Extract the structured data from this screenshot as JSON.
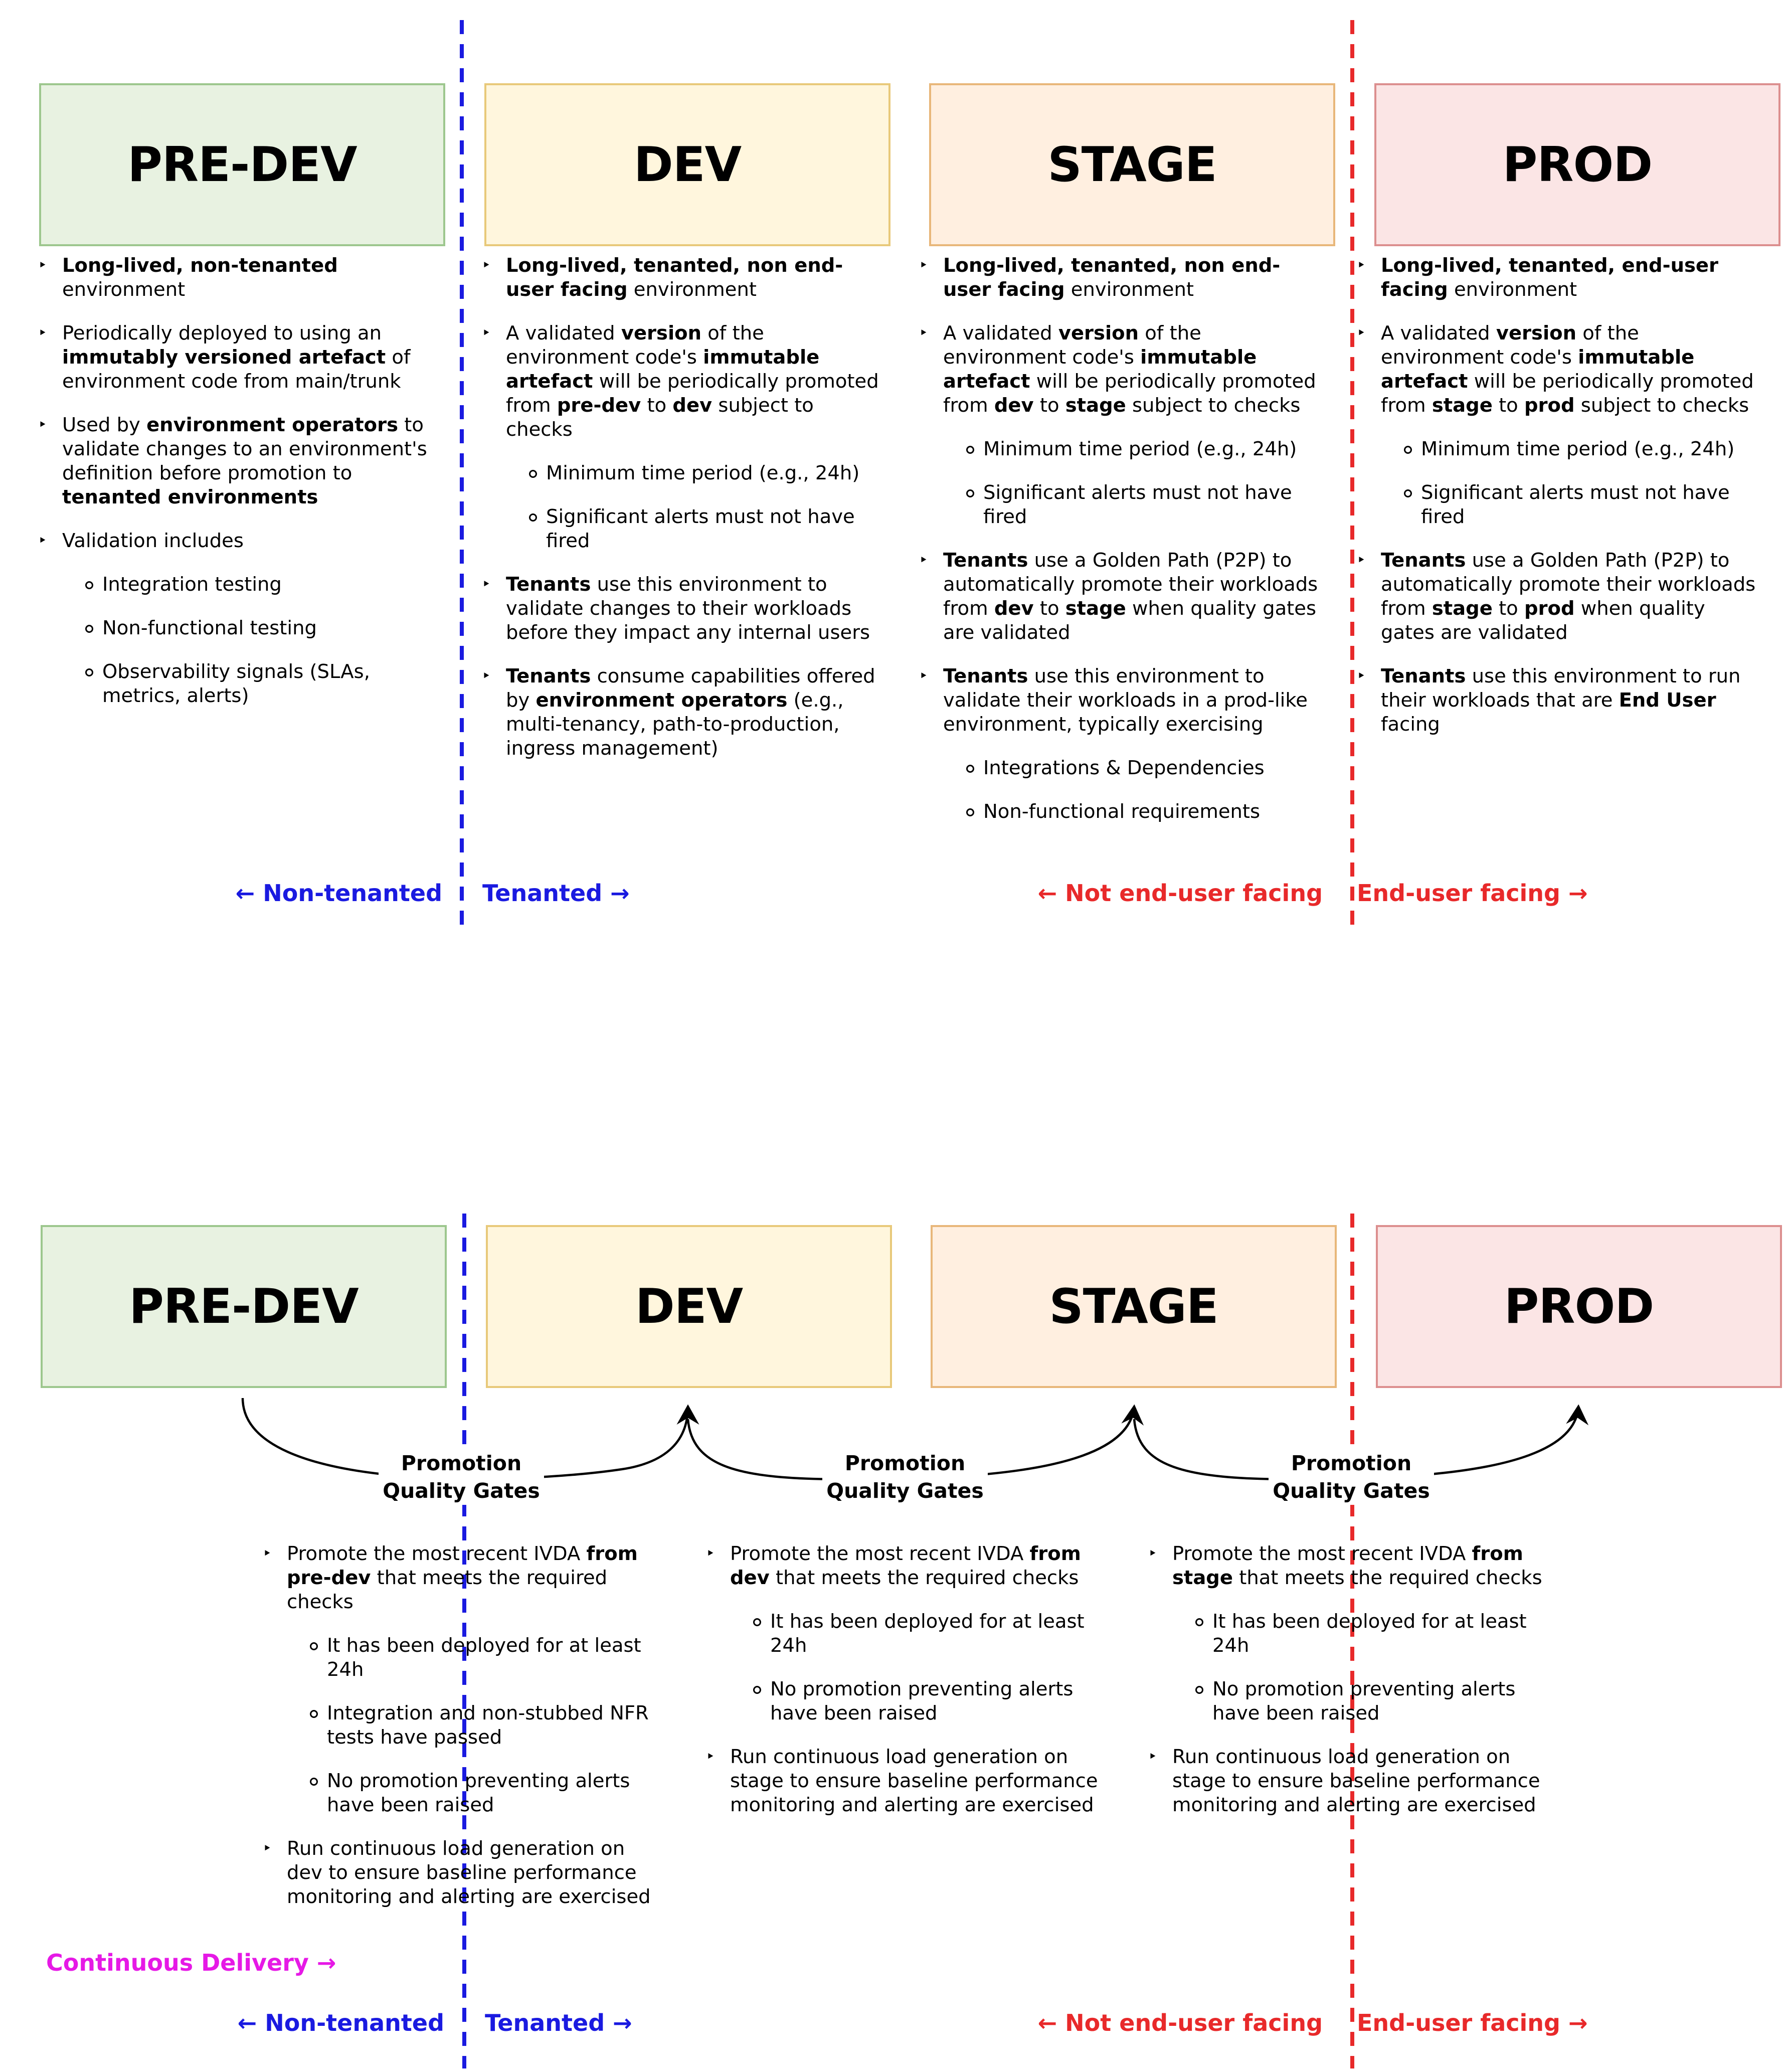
{
  "top": {
    "boxes": {
      "predev": "PRE-DEV",
      "dev": "DEV",
      "stage": "STAGE",
      "prod": "PROD"
    },
    "predev": {
      "b1": {
        "bold": "Long-lived, non-tenanted",
        "rest": " environment"
      },
      "b2": {
        "pre": "Periodically deployed to using an ",
        "bold": "immutably versioned artefact",
        "rest": " of environment code from main/trunk"
      },
      "b3": {
        "pre": "Used by ",
        "bold1": "environment operators",
        "mid": " to validate changes to an environment's definition before promotion to ",
        "bold2": "tenanted environments"
      },
      "b4": "Validation includes",
      "sub": [
        "Integration testing",
        "Non-functional testing",
        "Observability signals (SLAs, metrics, alerts)"
      ]
    },
    "dev": {
      "b1": {
        "bold": "Long-lived, tenanted, non end-user facing",
        "rest": " environment"
      },
      "b2": {
        "t1": "A validated ",
        "b1": "version",
        "t2": " of the environment code's ",
        "b2": "immutable artefact",
        "t3": "  will be periodically promoted from ",
        "b3": "pre-dev",
        "t4": " to ",
        "b4": "dev",
        "t5": " subject to checks"
      },
      "sub": [
        "Minimum time period (e.g., 24h)",
        "Significant alerts must not have fired"
      ],
      "b3": {
        "bold": "Tenants",
        "rest": " use this environment to validate changes to their workloads before they impact any internal users"
      },
      "b4": {
        "bold1": "Tenants",
        "mid": " consume capabilities offered by ",
        "bold2": "environment operators",
        "rest": " (e.g., multi-tenancy, path-to-production, ingress management)"
      }
    },
    "stage": {
      "b1": {
        "bold": "Long-lived, tenanted, non end-user facing",
        "rest": " environment"
      },
      "b2": {
        "t1": "A validated ",
        "b1": "version",
        "t2": " of the environment code's ",
        "b2": "immutable artefact",
        "t3": "  will be periodically promoted from ",
        "b3": "dev",
        "t4": " to ",
        "b4": "stage",
        "t5": " subject to checks"
      },
      "sub": [
        "Minimum time period (e.g., 24h)",
        "Significant alerts must not have fired"
      ],
      "b3": {
        "bold1": "Tenants",
        "t1": " use a Golden Path (P2P) to automatically promote their workloads from ",
        "bold2": "dev",
        "t2": " to ",
        "bold3": "stage",
        "t3": " when quality gates are validated"
      },
      "b4": {
        "bold": "Tenants",
        "rest": " use this environment to validate their workloads in a prod-like environment, typically exercising"
      },
      "sub2": [
        "Integrations & Dependencies",
        "Non-functional requirements"
      ]
    },
    "prod": {
      "b1": {
        "bold": "Long-lived, tenanted, end-user facing",
        "rest": " environment"
      },
      "b2": {
        "t1": "A validated ",
        "b1": "version",
        "t2": " of the environment code's ",
        "b2": "immutable artefact",
        "t3": "  will be periodically promoted from ",
        "b3": "stage",
        "t4": " to ",
        "b4": "prod",
        "t5": " subject to checks"
      },
      "sub": [
        "Minimum time period (e.g., 24h)",
        "Significant alerts must not have fired"
      ],
      "b3": {
        "bold1": "Tenants",
        "t1": " use a Golden Path (P2P) to automatically promote their workloads from ",
        "bold2": "stage",
        "t2": " to ",
        "bold3": "prod",
        "t3": " when quality gates are validated"
      },
      "b4": {
        "bold1": "Tenants",
        "t1": " use this environment to run their workloads that are ",
        "bold2": "End User",
        "t2": " facing"
      }
    },
    "labels": {
      "non_tenanted": "← Non-tenanted",
      "tenanted": "Tenanted →",
      "not_end_user": "← Not end-user facing",
      "end_user": "End-user facing →"
    }
  },
  "bottom": {
    "boxes": {
      "predev": "PRE-DEV",
      "dev": "DEV",
      "stage": "STAGE",
      "prod": "PROD"
    },
    "gates": {
      "line1": "Promotion",
      "line2": "Quality Gates"
    },
    "col1": {
      "b1": {
        "t1": "Promote the most recent IVDA ",
        "bold": "from pre-dev",
        "t2": " that meets the required checks"
      },
      "sub": [
        "It has been deployed for at least 24h",
        "Integration and non-stubbed NFR tests have passed",
        "No promotion preventing alerts have been raised"
      ],
      "b2": "Run continuous load generation on dev to ensure baseline performance monitoring and alerting are exercised"
    },
    "col2": {
      "b1": {
        "t1": "Promote the most recent IVDA ",
        "bold": "from dev",
        "t2": " that meets the required checks"
      },
      "sub": [
        "It has been deployed for at least 24h",
        "No promotion preventing alerts have been raised"
      ],
      "b2": "Run continuous load generation on stage to ensure baseline performance monitoring and alerting are exercised"
    },
    "col3": {
      "b1": {
        "t1": "Promote the most recent IVDA ",
        "bold": "from stage",
        "t2": " that meets the required checks"
      },
      "sub": [
        "It has been deployed for at least 24h",
        "No promotion preventing alerts have been raised"
      ],
      "b2": "Run continuous load generation on stage to ensure baseline performance monitoring and alerting are exercised"
    },
    "labels": {
      "continuous_delivery": "Continuous Delivery →",
      "non_tenanted": "← Non-tenanted",
      "tenanted": "Tenanted →",
      "not_end_user": "← Not end-user facing",
      "end_user": "End-user facing →"
    }
  },
  "colors": {
    "tenancy_line": "#1a1ae0",
    "end_user_line": "#e8292a",
    "continuous_delivery": "#e619e6"
  }
}
